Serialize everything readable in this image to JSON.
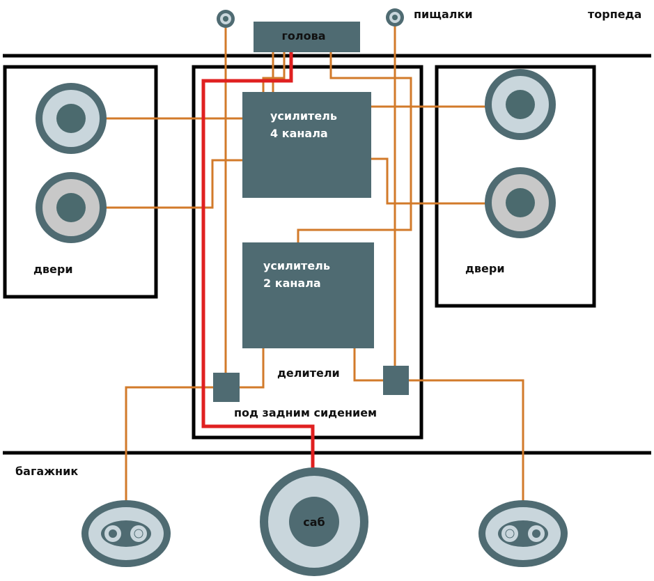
{
  "labels": {
    "torpedo": "торпеда",
    "tweeters": "пищалки",
    "head_unit": "голова",
    "amp4_line1": "усилитель",
    "amp4_line2": "4 канала",
    "amp2_line1": "усилитель",
    "amp2_line2": "2 канала",
    "doors_left": "двери",
    "doors_right": "двери",
    "crossovers": "делители",
    "under_rear_seat": "под задним сидением",
    "trunk": "багажник",
    "sub": "саб"
  },
  "colors": {
    "wire": "#d27a2a",
    "power": "#e02020",
    "box": "#4f6b72",
    "frame": "#000000",
    "speaker_outer": "#4f6b72",
    "speaker_ring": "#c9d6dc",
    "speaker_ring_alt": "#c8c8c8",
    "speaker_core": "#4b6a6e"
  }
}
